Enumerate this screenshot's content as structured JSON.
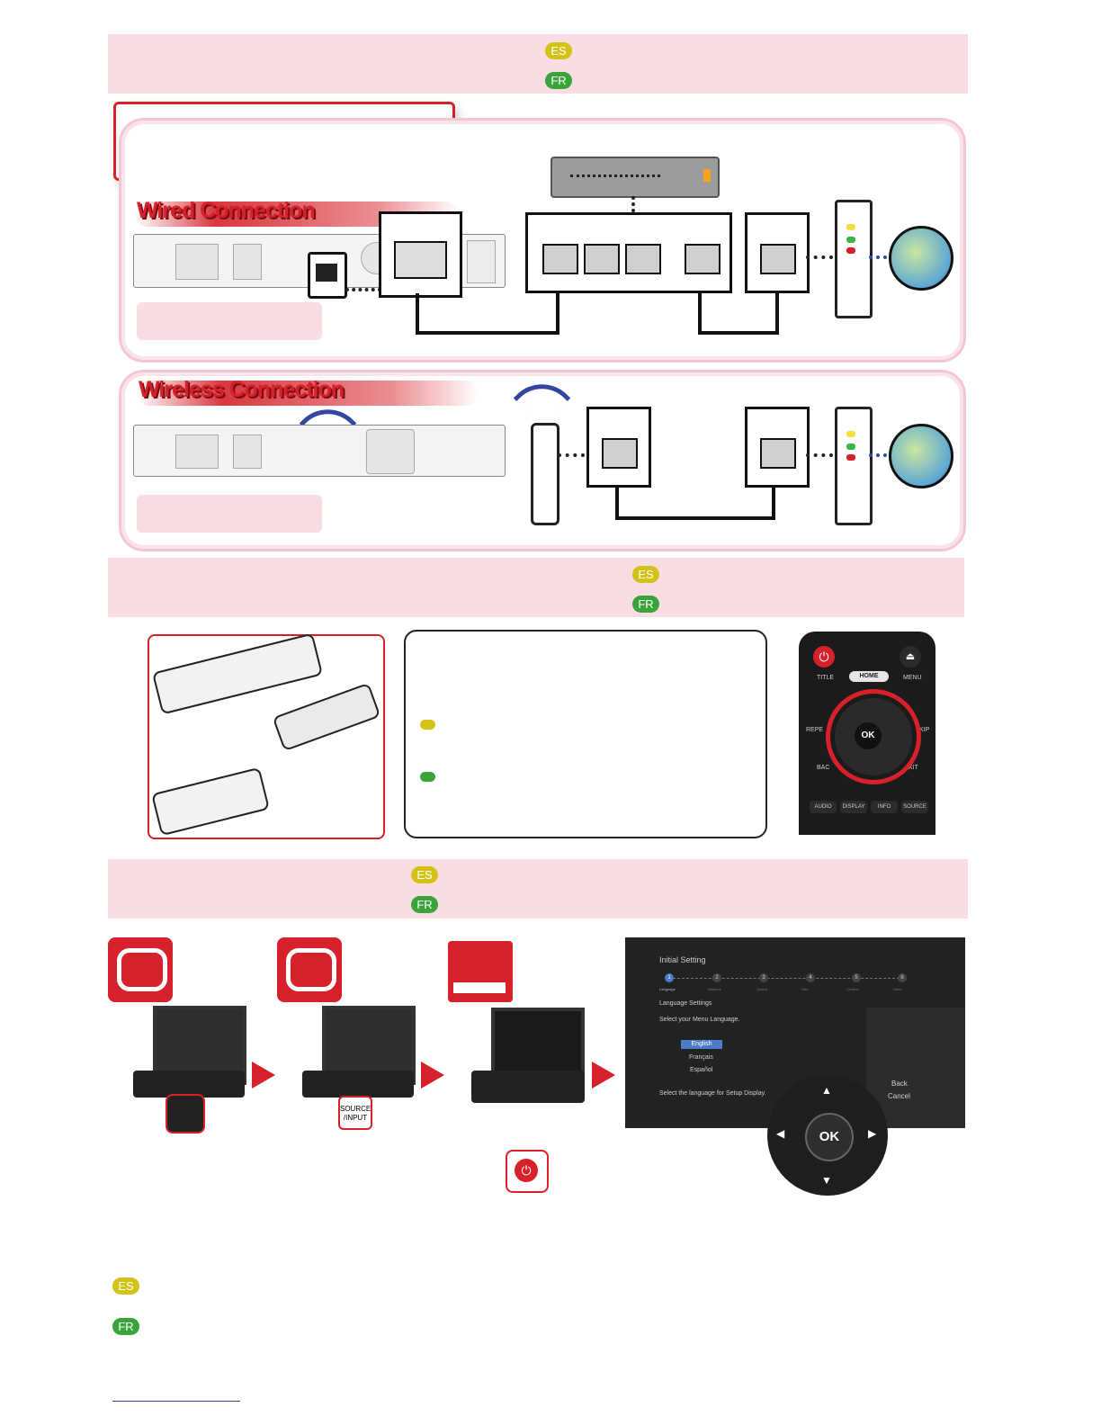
{
  "lang_badges": {
    "es": "ES",
    "fr": "FR"
  },
  "colors": {
    "band_pink": "#f8dde3",
    "es_yellow": "#d4c216",
    "fr_green": "#3aa33a",
    "heading_red": "#d6202a",
    "remote_dark": "#1b1b1b"
  },
  "network": {
    "wired_heading": "Wired Connection",
    "wireless_heading": "Wireless Connection"
  },
  "remote": {
    "power_icon": "power-icon",
    "eject_icon": "eject-icon",
    "title_label": "TITLE",
    "home_label": "HOME",
    "menu_label": "MENU",
    "repeat_label": "REPE",
    "skip_label": "KIP",
    "back_label": "BAC",
    "exit_label": "XIT",
    "ok_label": "OK",
    "bottom_buttons": [
      "AUDIO",
      "DISPLAY",
      "INFO",
      "SOURCE"
    ]
  },
  "setup_steps": {
    "source_input_label": "SOURCE /INPUT",
    "big_ok_label": "OK"
  },
  "initial_setting_screen": {
    "title": "Initial Setting",
    "steps": [
      "Language",
      "Network",
      "Output",
      "Disc",
      "Confirm",
      "Done"
    ],
    "step_numbers": [
      "1",
      "2",
      "3",
      "4",
      "5",
      "6"
    ],
    "section": "Language Settings",
    "prompt": "Select your Menu Language.",
    "options": [
      "English",
      "Français",
      "Español"
    ],
    "selected_option": "English",
    "footer": "Select the language for Setup Display.",
    "side_buttons": [
      "Back",
      "Cancel"
    ]
  }
}
